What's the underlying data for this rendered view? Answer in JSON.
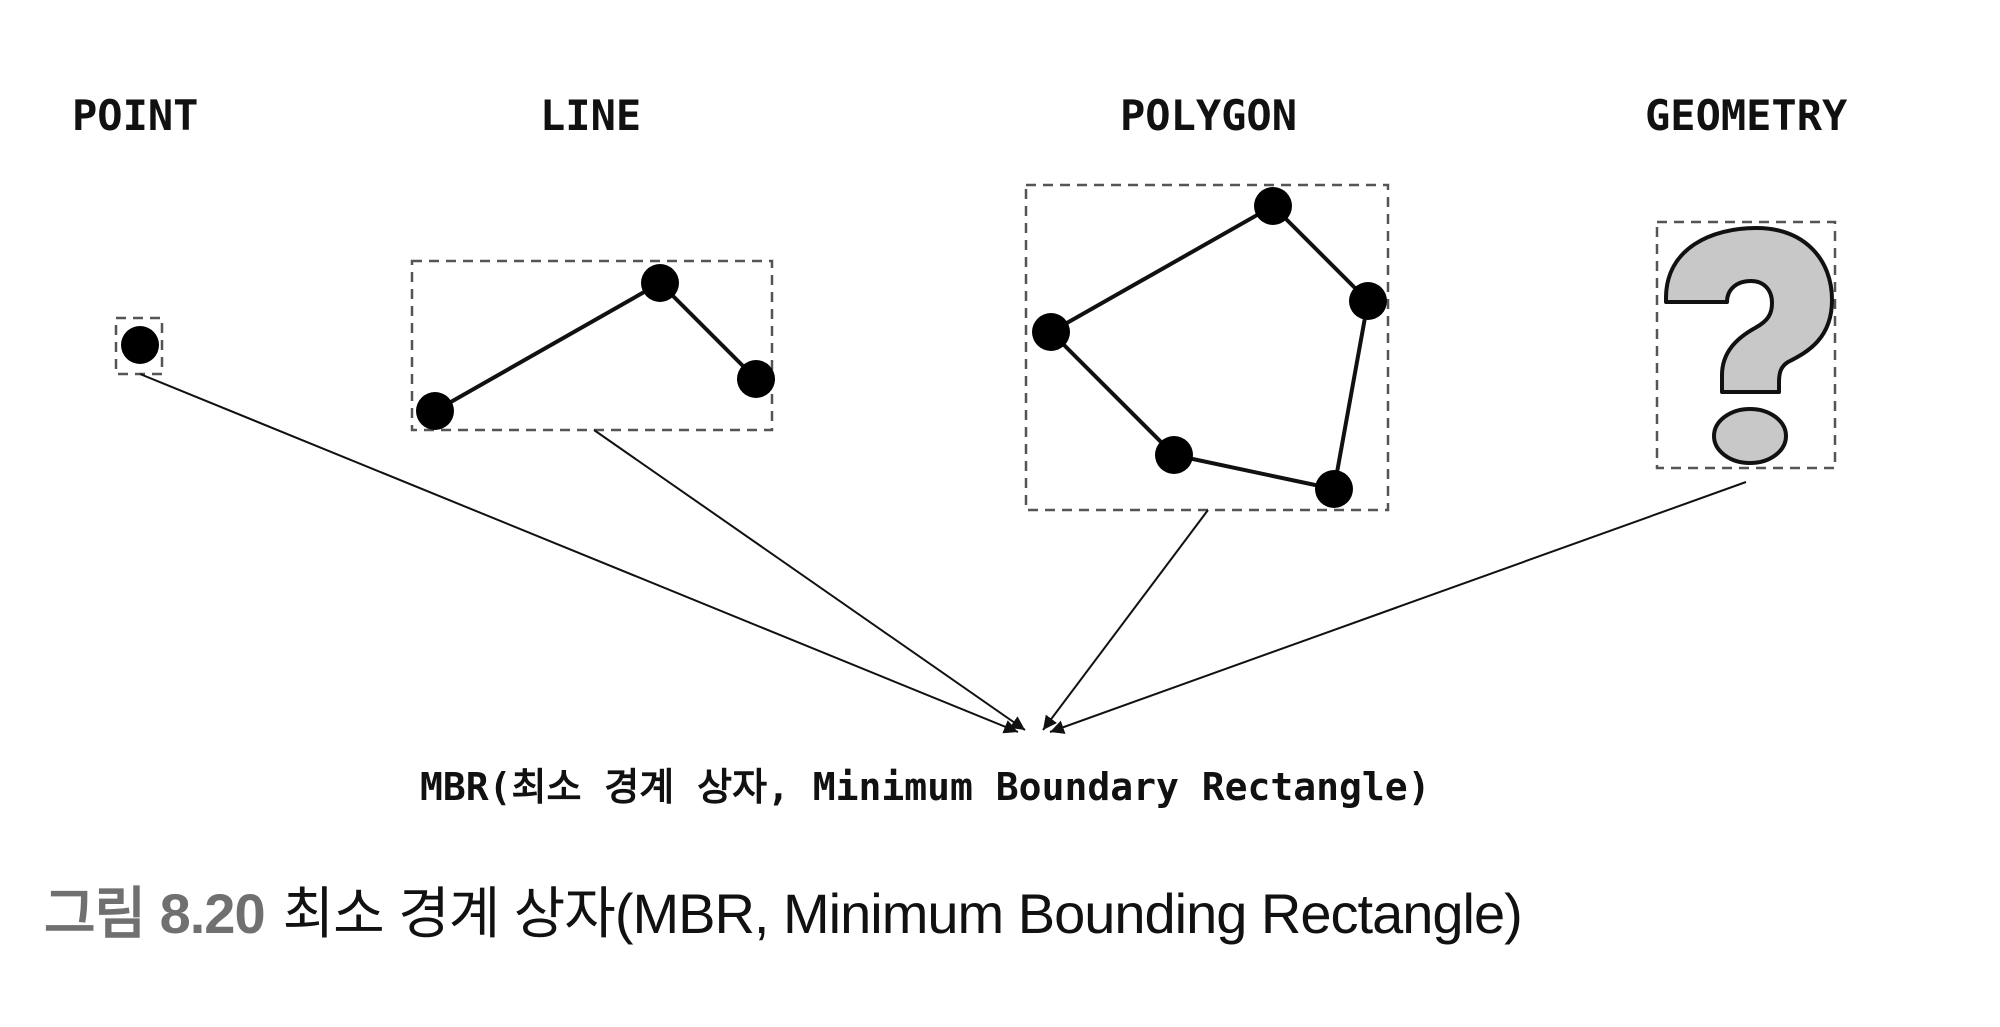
{
  "diagram": {
    "geometry_types": [
      {
        "id": "point",
        "label": "POINT"
      },
      {
        "id": "line",
        "label": "LINE"
      },
      {
        "id": "polygon",
        "label": "POLYGON"
      },
      {
        "id": "geometry",
        "label": "GEOMETRY",
        "icon": "question-mark-icon"
      }
    ],
    "target_label": "MBR(최소 경계 상자, Minimum Boundary Rectangle)",
    "colors": {
      "ink": "#111111",
      "dash": "#555555",
      "question_fill": "#c8c8c8",
      "caption_number": "#707070"
    }
  },
  "caption": {
    "number": "그림 8.20",
    "text": "최소 경계 상자(MBR, Minimum Bounding Rectangle)"
  }
}
